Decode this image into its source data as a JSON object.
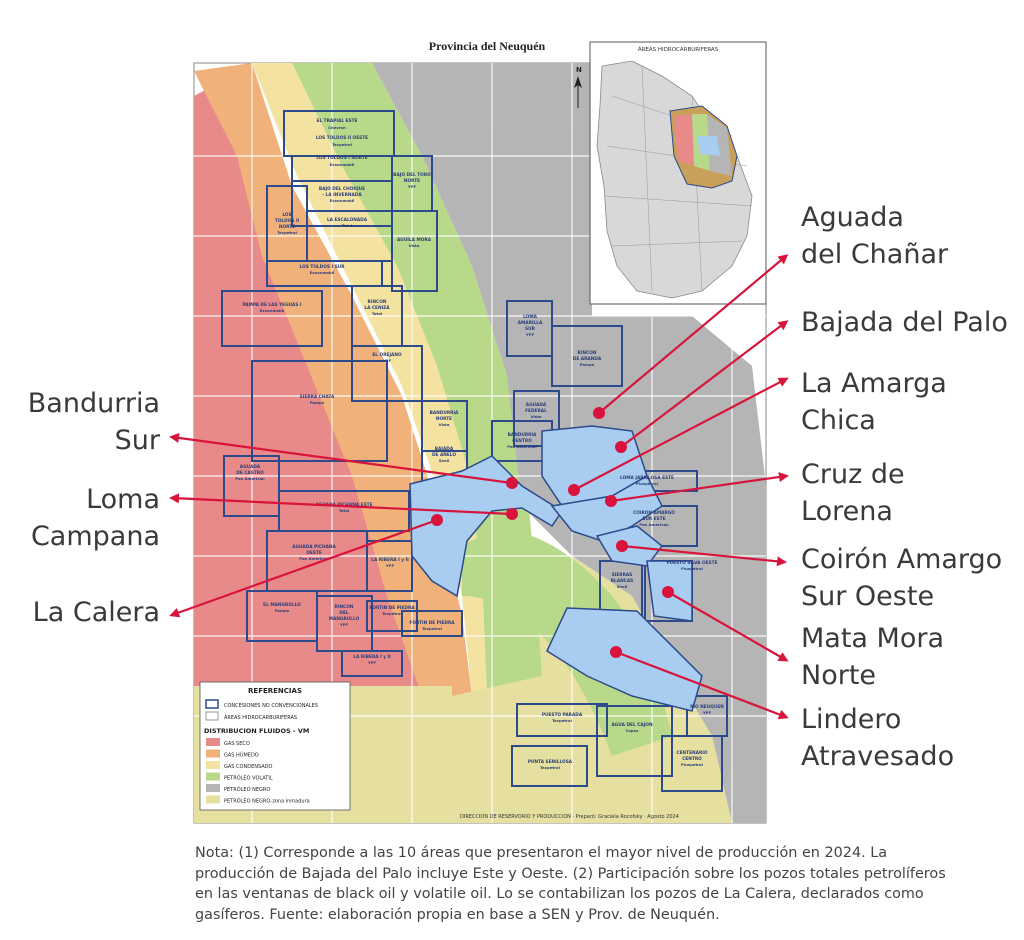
{
  "map": {
    "title": "Provincia del Neuquén",
    "north_label": "N",
    "inset_title": "ÁREAS HIDROCARBURIFERAS",
    "credit": "DIRECCION DE RESERVORIO Y PRODUCCION  ·  Preparó: Graciela Rocofsky · Agosto 2024",
    "legend": {
      "title": "REFERENCIAS",
      "items": [
        {
          "label": "CONCESIONES NO CONVENCIONALES",
          "color": "#ffffff",
          "border": "#2c4a8c"
        },
        {
          "label": "ÁREAS HIDROCARBURIFERAS",
          "color": "#ffffff",
          "border": "#9a9a9a"
        }
      ],
      "fluids_title": "DISTRIBUCION FLUIDOS - VM",
      "fluids": [
        {
          "label": "GAS SECO",
          "color": "#e98a8a"
        },
        {
          "label": "GAS HÚMEDO",
          "color": "#f0b27a"
        },
        {
          "label": "GAS CONDENSADO",
          "color": "#f4e2a0"
        },
        {
          "label": "PETRÓLEO VOLATIL",
          "color": "#b9d98a"
        },
        {
          "label": "PETRÓLEO NEGRO",
          "color": "#b5b5b5"
        },
        {
          "label": "PETRÓLEO NEGRO-zona inmadura",
          "color": "#e6e0a0"
        }
      ]
    },
    "blocks": [
      {
        "name": "EL TRAPIAL ESTE",
        "op": "Chevron"
      },
      {
        "name": "LOS TOLDOS II OESTE",
        "op": "Tecpetrol"
      },
      {
        "name": "LOS TOLDOS I NORTE",
        "op": "Exxonmobil"
      },
      {
        "name": "BAJO DEL CHOIQUE - LA INVERNADA",
        "op": "Exxonmobil"
      },
      {
        "name": "BAJO DEL TORO NORTE",
        "op": "YPF"
      },
      {
        "name": "LOS TOLDOS II NORTE",
        "op": "Tecpetrol"
      },
      {
        "name": "LA ESCALONADA",
        "op": "Total"
      },
      {
        "name": "AGUILA MORA",
        "op": "Vista"
      },
      {
        "name": "LOS TOLDOS I SUR",
        "op": "Exxonmobil"
      },
      {
        "name": "RINCON LA CENIZA",
        "op": "Total"
      },
      {
        "name": "PAMPA DE LAS YEGUAS I",
        "op": "Exxonmobil"
      },
      {
        "name": "EL OREJANO",
        "op": "YPF"
      },
      {
        "name": "SIERRA CHATA",
        "op": "Pampa"
      },
      {
        "name": "LOMA AMARILLA SUR",
        "op": "YPF"
      },
      {
        "name": "RINCON DE ARANDA",
        "op": "Pampa"
      },
      {
        "name": "AGUADA FEDERAL",
        "op": "Vista"
      },
      {
        "name": "BANDURRIA NORTE",
        "op": "Vista"
      },
      {
        "name": "BANDURRIA CENTRO",
        "op": "Pan American"
      },
      {
        "name": "BAJADA DE AÑELO",
        "op": "Shell"
      },
      {
        "name": "AGUADA DE CASTRO",
        "op": "Pan American"
      },
      {
        "name": "AGUADA PICHANA ESTE",
        "op": "Total"
      },
      {
        "name": "AGUADA PICHANA OESTE",
        "op": "Pan American"
      },
      {
        "name": "LA RIBERA I y II",
        "op": "YPF"
      },
      {
        "name": "LOMA JARILLOSA ESTE",
        "op": "Pluspetrol"
      },
      {
        "name": "COIRON AMARGO SUR ESTE",
        "op": "Pan American"
      },
      {
        "name": "PUESTO SILVA OESTE",
        "op": "Pluspetrol"
      },
      {
        "name": "SIERRAS BLANCAS",
        "op": "Shell"
      },
      {
        "name": "EL MANGRULLO",
        "op": "Pampa"
      },
      {
        "name": "RINCON DEL MANGRULLO",
        "op": "YPF"
      },
      {
        "name": "FORTIN DE PIEDRA",
        "op": "Tecpetrol"
      },
      {
        "name": "LA RIBERA I y II",
        "op": "YPF"
      },
      {
        "name": "PUESTO PARADA",
        "op": "Tecpetrol"
      },
      {
        "name": "AGUA DEL CAJON",
        "op": "Capex"
      },
      {
        "name": "PUNTA SENILLOSA",
        "op": "Tecpetrol"
      },
      {
        "name": "CENTENARIO CENTRO",
        "op": "Pluspetrol"
      },
      {
        "name": "RIO NEUQUEN",
        "op": "YPF"
      }
    ]
  },
  "callouts": {
    "aguada": [
      "Aguada",
      "del Chañar"
    ],
    "bajada": [
      "Bajada del Palo"
    ],
    "amarga": [
      "La Amarga",
      "Chica"
    ],
    "cruz": [
      "Cruz de",
      "Lorena"
    ],
    "coiron": [
      "Coirón Amargo",
      "Sur Oeste"
    ],
    "mata": [
      "Mata Mora",
      "Norte"
    ],
    "lindero": [
      "Lindero",
      "Atravesado"
    ],
    "bandurria": [
      "Bandurria",
      "Sur"
    ],
    "loma": [
      "Loma",
      "Campana"
    ],
    "calera": [
      "La Calera"
    ]
  },
  "note": "Nota: (1) Corresponde a las 10 áreas que presentaron el mayor nivel de producción en 2024. La producción de Bajada del Palo incluye Este y Oeste. (2) Participación sobre los pozos totales petrolíferos en las ventanas de black oil y volatile oil. Lo se contabilizan los pozos de La Calera, declarados como gasíferos. Fuente: elaboración propia en base a SEN y Prov. de Neuquén.",
  "colors": {
    "accent": "#d8143c",
    "highlight": "#a9cdf0",
    "concession_border": "#2c4a8c"
  }
}
